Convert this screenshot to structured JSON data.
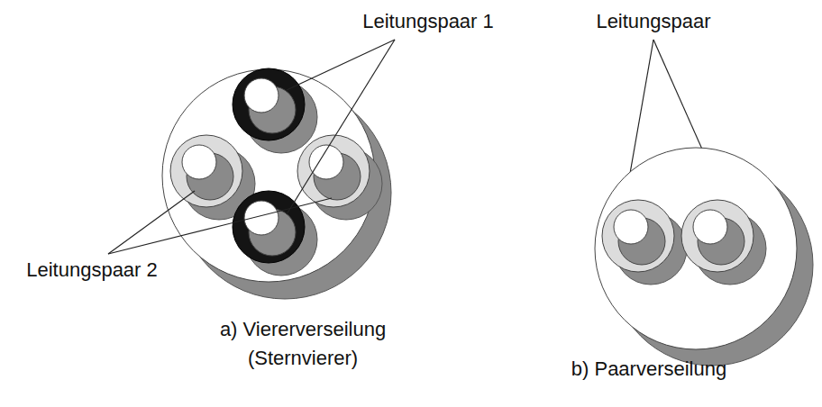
{
  "diagram": {
    "labels": [
      "Leitungspaar 1",
      "Leitungspaar 2",
      "a) Viererverseilung (Sternvierer)",
      "Leitungspaar",
      "b) Paarverseilung"
    ]
  }
}
